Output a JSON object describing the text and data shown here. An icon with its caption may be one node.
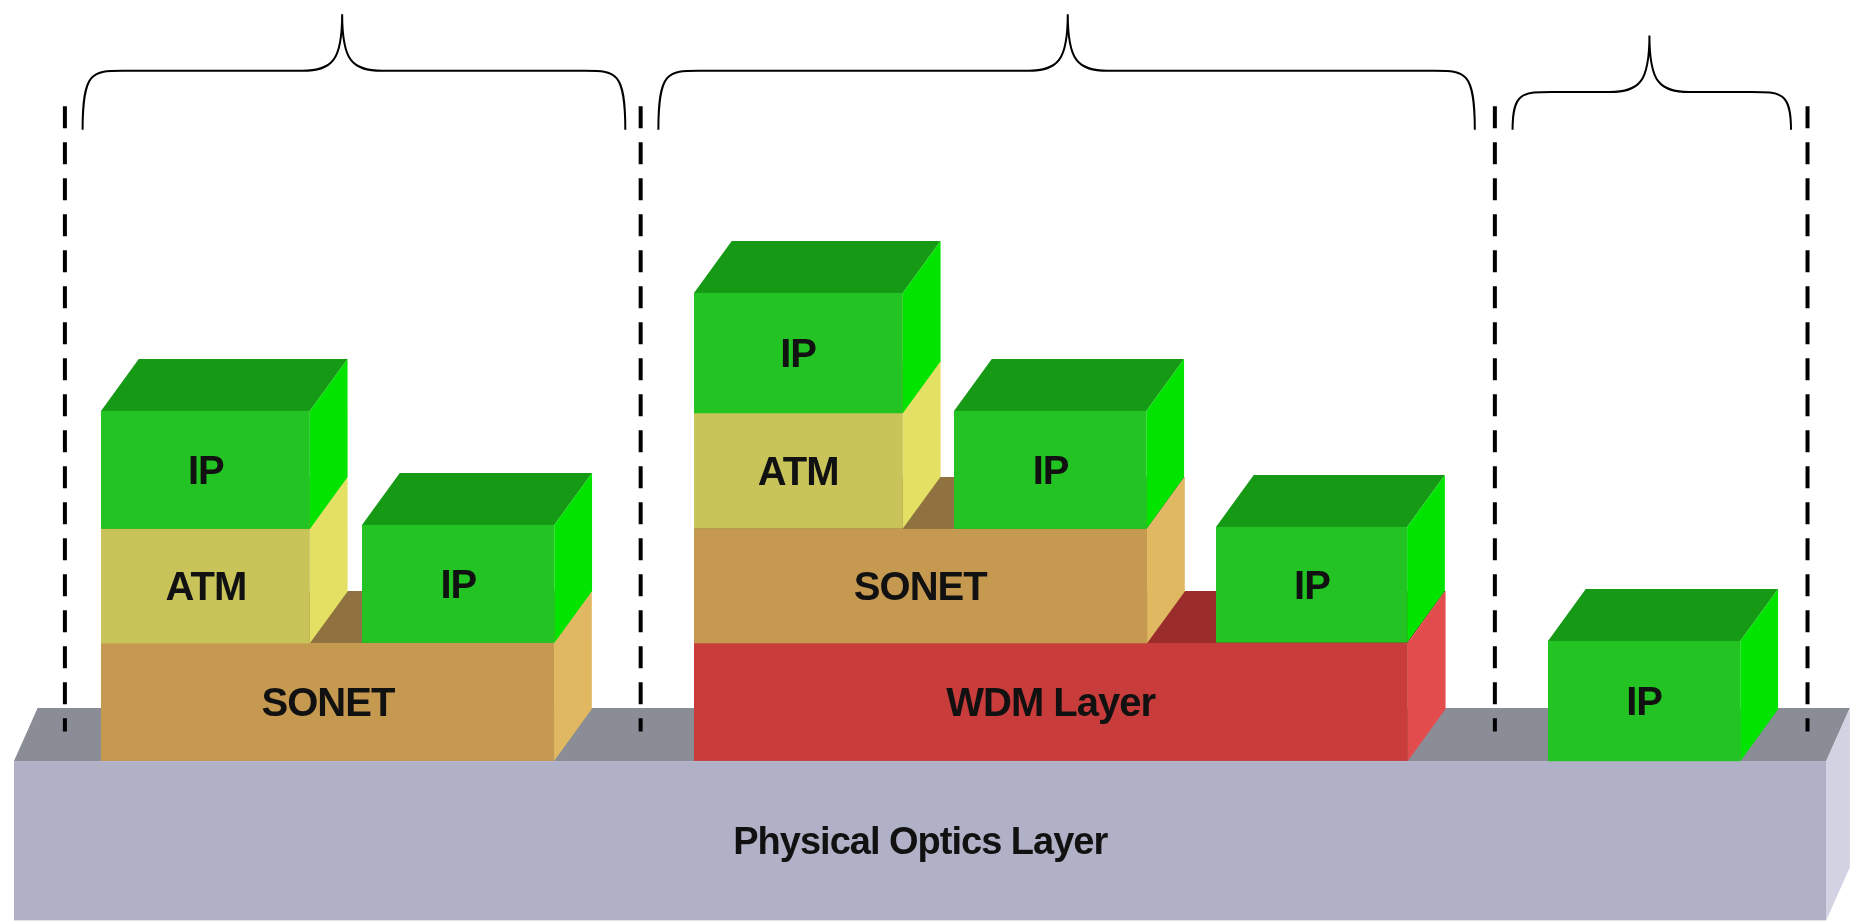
{
  "diagram": {
    "nodes": [
      {
        "text": [
          "Physical Optics Layer"
        ]
      },
      {
        "text": [
          "IP"
        ]
      },
      {
        "text": [
          "ATM"
        ]
      },
      {
        "text": [
          "SONET"
        ]
      },
      {
        "text": [
          "IP"
        ]
      },
      {
        "text": [
          "IP"
        ]
      },
      {
        "text": [
          "ATM"
        ]
      },
      {
        "text": [
          "IP"
        ]
      },
      {
        "text": [
          "SONET"
        ]
      },
      {
        "text": [
          "IP"
        ]
      },
      {
        "text": [
          "WDM Layer"
        ]
      },
      {
        "text": [
          "IP"
        ]
      }
    ]
  }
}
